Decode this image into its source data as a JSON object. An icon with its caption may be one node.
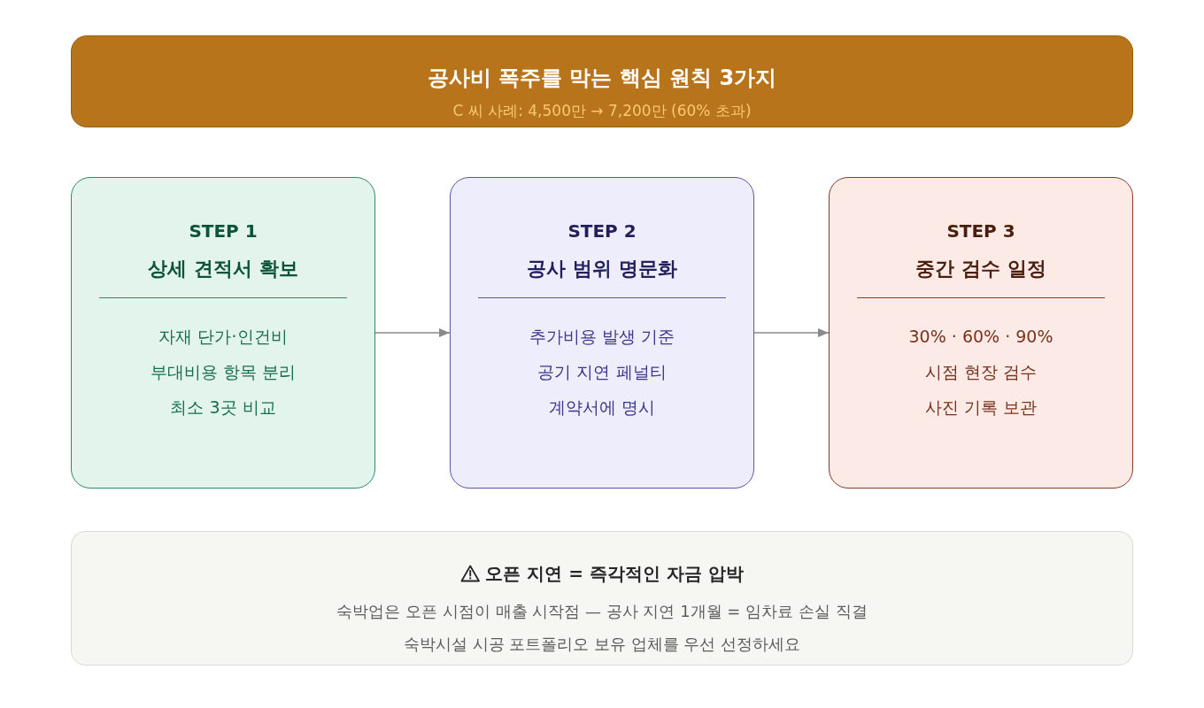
{
  "diagram": {
    "nodes": [
      {
        "text": [
          "공사비 폭주를 막는 핵심 원칙 3가지",
          "C 씨 사례: 4,500만 → 7,200만 (60% 초과)"
        ]
      },
      {
        "text": [
          "STEP 1",
          "상세 견적서 확보",
          "자재 단가·인건비",
          "부대비용 항목 분리",
          "최소 3곳 비교"
        ]
      },
      {
        "text": [
          "STEP 2",
          "공사 범위 명문화",
          "추가비용 발생 기준",
          "공기 지연 페널티",
          "계약서에 명시"
        ]
      },
      {
        "text": [
          "STEP 3",
          "중간 검수 일정",
          "30% · 60% · 90%",
          "시점 현장 검수",
          "사진 기록 보관"
        ]
      },
      {
        "text": [
          "오픈 지연 = 즉각적인 자금 압박",
          "숙박업은 오픈 시점이 매출 시작점 — 공사 지연 1개월 = 임차료 손실 직결",
          "숙박시설 시공 포트폴리오 보유 업체를 우선 선정하세요"
        ]
      }
    ],
    "edges": [
      {
        "from": 1,
        "to": 2,
        "arrow": "to"
      },
      {
        "from": 2,
        "to": 3,
        "arrow": "to"
      }
    ]
  }
}
